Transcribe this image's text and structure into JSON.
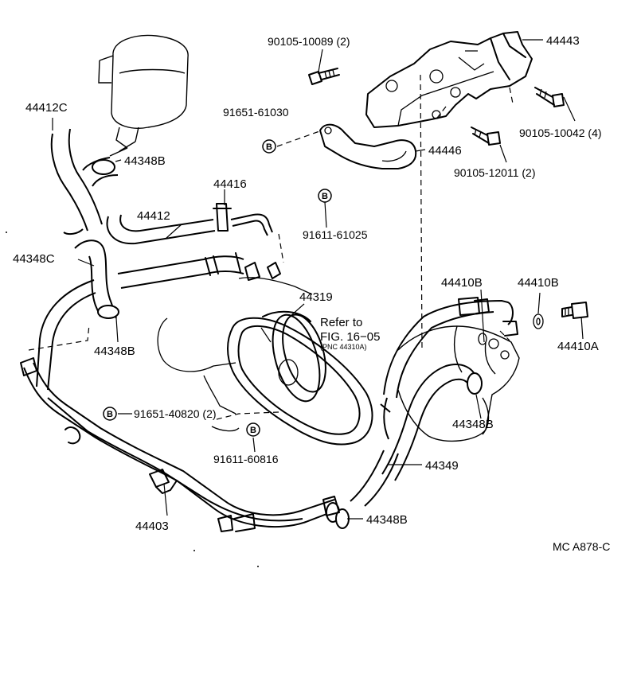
{
  "labels": {
    "p44412c": "44412C",
    "p44348b_top": "44348B",
    "p44412": "44412",
    "p44416": "44416",
    "p44348c": "44348C",
    "p44348b_left": "44348B",
    "p90105_10089": "90105-10089 (2)",
    "p44443": "44443",
    "p91651_61030": "91651-61030",
    "p90105_10042": "90105-10042 (4)",
    "p44446": "44446",
    "p90105_12011": "90105-12011 (2)",
    "p91611_61025": "91611-61025",
    "p44319": "44319",
    "refer_to": "Refer to",
    "fig_ref": "FIG. 16−05",
    "pnc_ref": "(PNC 44310A)",
    "p44410b_a": "44410B",
    "p44410b_b": "44410B",
    "p44410a": "44410A",
    "p44348b_right": "44348B",
    "p91651_40820": "91651-40820 (2)",
    "p91611_60816": "91611-60816",
    "p44349": "44349",
    "p44403": "44403",
    "p44348b_bottom": "44348B",
    "diagram_code": "MC A878-C"
  },
  "symbols": {
    "bolt_marker": "B"
  },
  "icons": [
    "reservoir-icon",
    "pump-bracket-icon",
    "pulley-icon",
    "hose-icon",
    "clamp-icon",
    "bolt-icon",
    "washer-icon"
  ]
}
